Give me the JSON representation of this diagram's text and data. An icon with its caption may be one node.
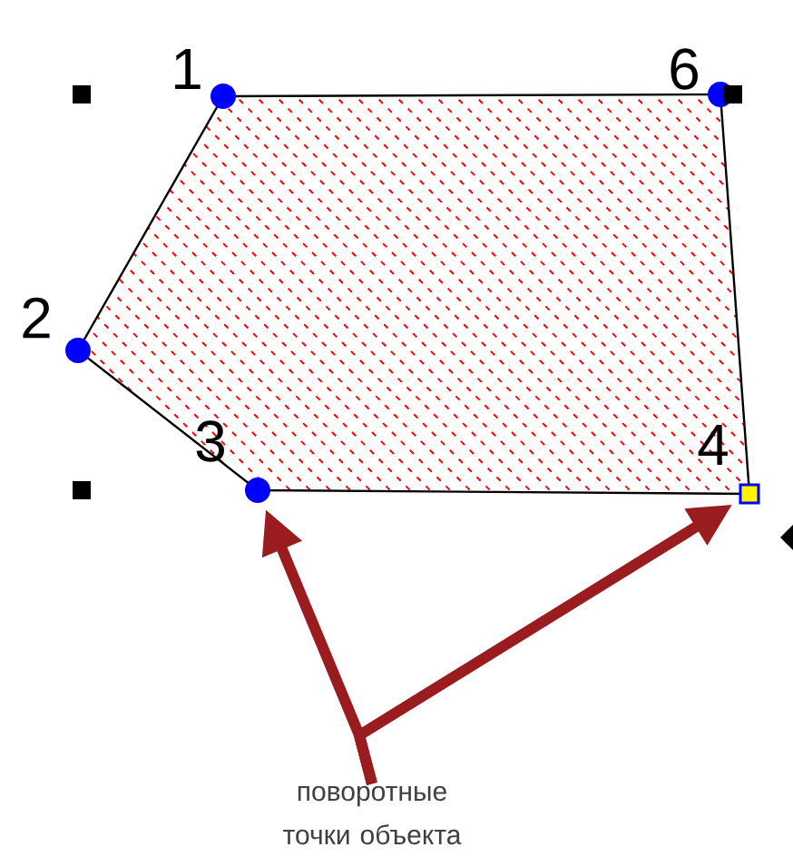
{
  "diagram": {
    "nodes": [
      {
        "text": [
          "поворотные точки объекта"
        ]
      },
      {
        "text": [],
        "shape": "circle"
      },
      {
        "text": [],
        "shape": "box"
      }
    ],
    "edges": [
      {
        "from": 0,
        "to": 1,
        "arrow": "to"
      },
      {
        "from": 0,
        "to": 2,
        "arrow": "to"
      }
    ],
    "labels": [
      "1",
      "6",
      "2",
      "3",
      "4"
    ]
  }
}
